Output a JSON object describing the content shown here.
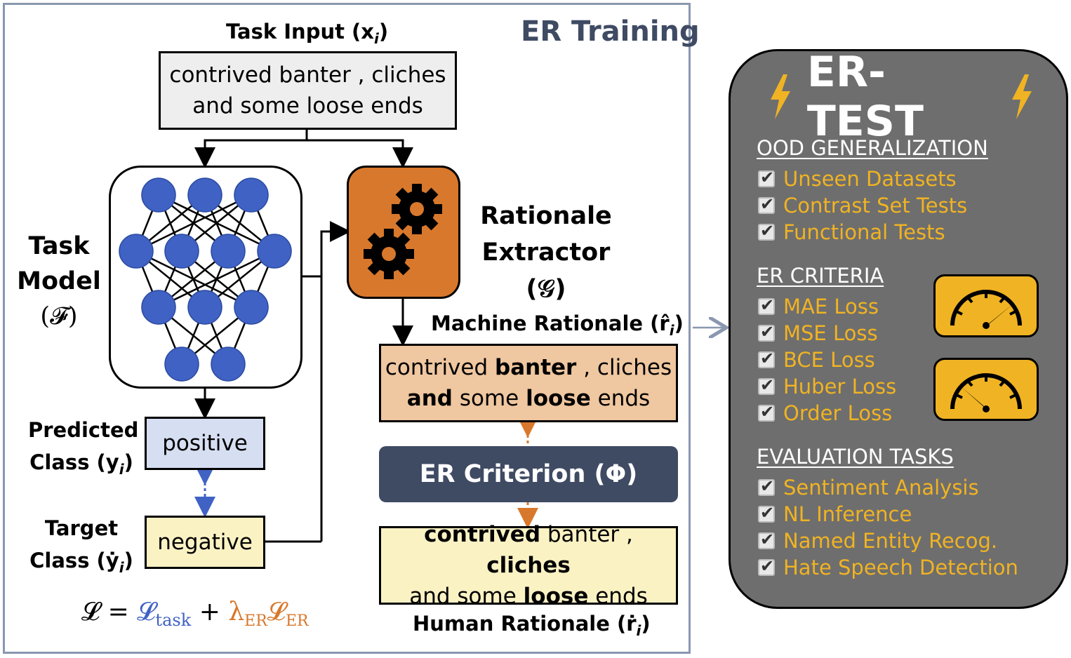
{
  "training": {
    "title": "ER Training",
    "task_input_label": "Task Input (x",
    "task_input_sub": "i",
    "input_text_line1": "contrived banter , cliches",
    "input_text_line2": "and some loose ends",
    "task_model_line1": "Task",
    "task_model_line2": "Model",
    "task_model_symbol": "(𝓕)",
    "rationale_line1": "Rationale",
    "rationale_line2": "Extractor (𝒢)",
    "machine_label": "Machine Rationale (r̂",
    "machine_sub": "i",
    "machine_text": {
      "w1": "contrived",
      "w2": "banter",
      "w3": ", cliches",
      "w4": "and",
      "w5": "some",
      "w6": "loose",
      "w7": "ends"
    },
    "criterion": "ER Criterion (Φ)",
    "human_label": "Human Rationale (ṙ",
    "human_sub": "i",
    "human_text": {
      "w1": "contrived",
      "w2": "banter ,",
      "w3": "cliches",
      "w4": "and some",
      "w5": "loose",
      "w6": "ends"
    },
    "predicted_line1": "Predicted",
    "predicted_line2": "Class (y",
    "predicted_sub": "i",
    "predicted_value": "positive",
    "target_line1": "Target",
    "target_line2": "Class (ẏ",
    "target_sub": "i",
    "target_value": "negative",
    "loss_L": "𝓛 =",
    "loss_task": "𝓛",
    "loss_task_sub": "task",
    "loss_plus": "+",
    "loss_lambda": "λ",
    "loss_lambda_sub": "ER",
    "loss_er": "𝓛",
    "loss_er_sub": "ER"
  },
  "er_test": {
    "title": "ER-TEST",
    "sections": [
      {
        "heading": "OOD GENERALIZATION",
        "items": [
          "Unseen Datasets",
          "Contrast Set Tests",
          "Functional Tests"
        ]
      },
      {
        "heading": "ER CRITERIA",
        "items": [
          "MAE Loss",
          "MSE Loss",
          "BCE Loss",
          "Huber Loss",
          "Order Loss"
        ]
      },
      {
        "heading": "EVALUATION TASKS",
        "items": [
          "Sentiment Analysis",
          "NL Inference",
          "Named Entity Recog.",
          "Hate Speech Detection"
        ]
      }
    ]
  },
  "colors": {
    "orange": "#d8782c",
    "navy": "#3f4a63",
    "blue_node": "#3f62c4",
    "yellow": "#f0b323",
    "peach": "#efc7a0",
    "cream": "#fbf2c4",
    "lavender": "#d6def2"
  }
}
